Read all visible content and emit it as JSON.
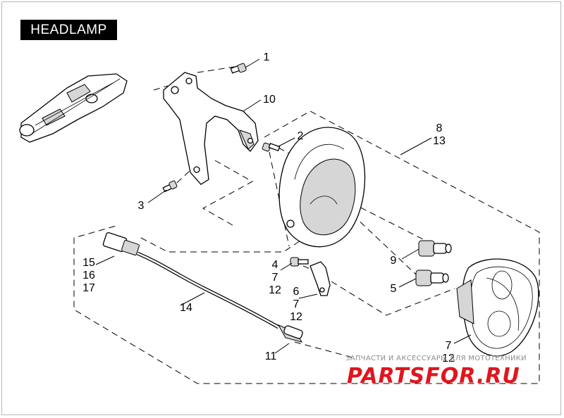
{
  "title": "HEADLAMP",
  "callouts": [
    {
      "id": "c1",
      "text": "1"
    },
    {
      "id": "c10",
      "text": "10"
    },
    {
      "id": "c2",
      "text": "2"
    },
    {
      "id": "c8",
      "text": "8"
    },
    {
      "id": "c13",
      "text": "13"
    },
    {
      "id": "c3",
      "text": "3"
    },
    {
      "id": "c9",
      "text": "9"
    },
    {
      "id": "c5",
      "text": "5"
    },
    {
      "id": "c4",
      "text": "4"
    },
    {
      "id": "c7a",
      "text": "7"
    },
    {
      "id": "c12a",
      "text": "12"
    },
    {
      "id": "c6",
      "text": "6"
    },
    {
      "id": "c7b",
      "text": "7"
    },
    {
      "id": "c12b",
      "text": "12"
    },
    {
      "id": "c15",
      "text": "15"
    },
    {
      "id": "c16",
      "text": "16"
    },
    {
      "id": "c17",
      "text": "17"
    },
    {
      "id": "c14",
      "text": "14"
    },
    {
      "id": "c11",
      "text": "11"
    },
    {
      "id": "c7c",
      "text": "7"
    },
    {
      "id": "c12c",
      "text": "12"
    }
  ],
  "watermark": {
    "text": "ЗАПЧАСТИ И АКСЕССУАРЫ ДЛЯ МОТОТЕХНИКИ",
    "logo": "PARTSFOR.RU",
    "logo_color": "#e0161e"
  }
}
